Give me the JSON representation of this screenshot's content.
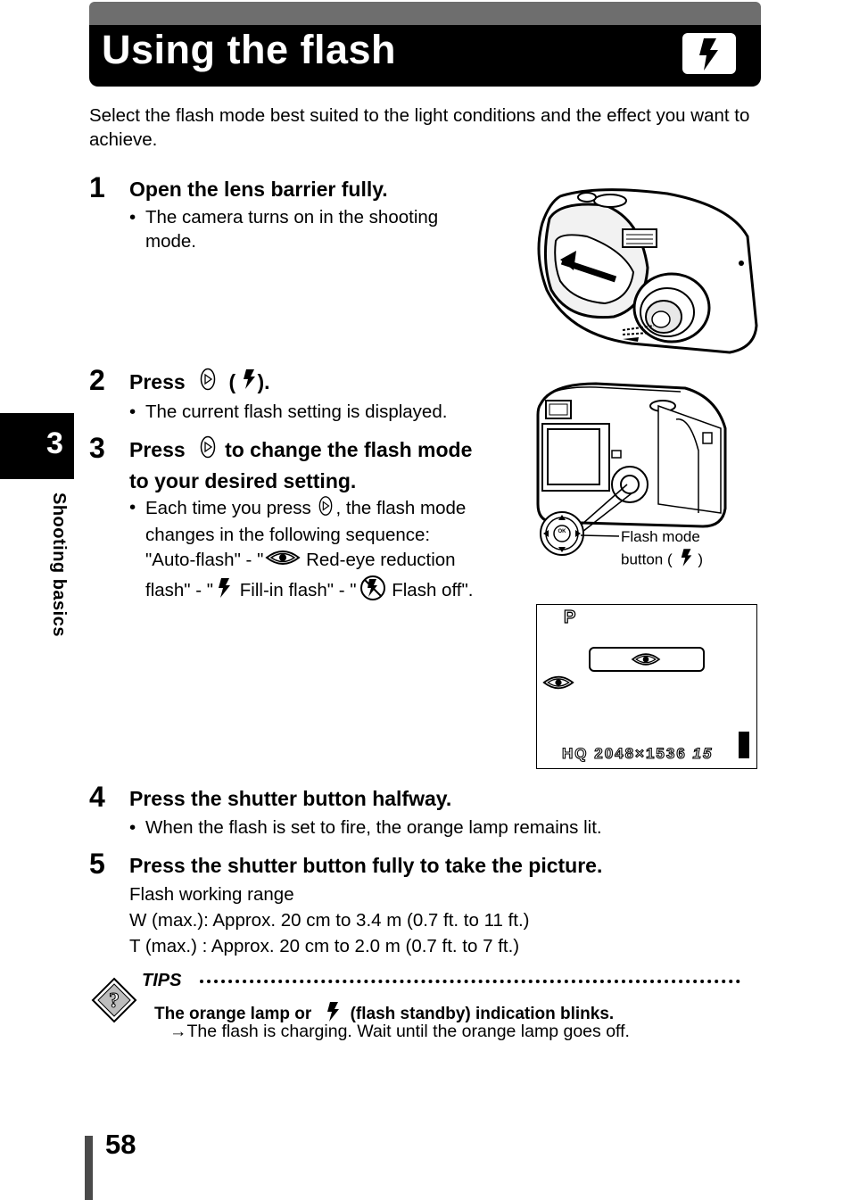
{
  "header": {
    "title": "Using the flash",
    "icon": "flash-icon"
  },
  "intro": "Select the flash mode best suited to the light conditions and the effect you want to achieve.",
  "steps": [
    {
      "number": "1",
      "heading": "Open the lens barrier fully.",
      "bullets": [
        "The camera turns on in the shooting",
        "mode."
      ]
    },
    {
      "number": "2",
      "heading_prefix": "Press",
      "heading_mid": "(",
      "heading_suffix": ").",
      "bullets": [
        "The current flash setting is displayed."
      ]
    },
    {
      "number": "3",
      "heading_prefix": "Press",
      "heading_line1_suffix": "to change the flash mode",
      "heading_line2": "to your desired setting.",
      "bullet_lines": [
        {
          "a": "Each time you press",
          "b": ", the flash mode"
        },
        {
          "a": "changes in the following sequence:"
        },
        {
          "a": "\"Auto-flash\" - \"",
          "b": "Red-eye reduction"
        },
        {
          "a": "flash\" - \"",
          "b": "Fill-in flash\" - \"",
          "c": "Flash off\"."
        }
      ]
    },
    {
      "number": "4",
      "heading": "Press the shutter button halfway.",
      "bullets": [
        "When the flash is set to fire, the orange lamp remains lit."
      ]
    },
    {
      "number": "5",
      "heading": "Press the shutter button fully to take the picture.",
      "lines": [
        "Flash working range",
        "W (max.): Approx. 20 cm to 3.4 m (0.7 ft. to 11 ft.)",
        "T (max.) : Approx. 20 cm to 2.0 m (0.7 ft. to 7 ft.)"
      ]
    }
  ],
  "figure_callout": {
    "line1": "Flash mode",
    "line2_prefix": "button (",
    "line2_suffix": ")"
  },
  "lcd": {
    "mode": "P",
    "quality": "HQ",
    "resolution": "2048×1536",
    "count": "15"
  },
  "camera_button": {
    "ok": "OK"
  },
  "tips": {
    "label": "TIPS",
    "heading_prefix": "The orange lamp or",
    "heading_suffix": "(flash standby) indication blinks.",
    "detail": "→The flash is charging. Wait until the orange lamp goes off."
  },
  "sidebar": {
    "chapter": "3",
    "label": "Shooting basics"
  },
  "footer": {
    "page_number": "58"
  }
}
